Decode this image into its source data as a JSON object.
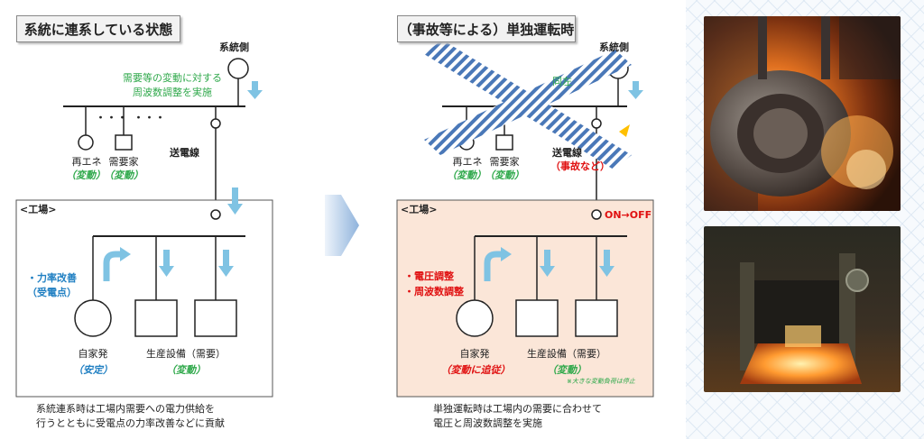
{
  "left": {
    "title": "系統に連系している状態",
    "grid_label": "系統側",
    "grid_note": [
      "需要等の変動に対する",
      "周波数調整を実施"
    ],
    "dots": "・・・",
    "re_label": "再エネ",
    "re_status": "（変動）",
    "consumer_label": "需要家",
    "consumer_status": "（変動）",
    "line_label": "送電線",
    "factory_label": "<工場>",
    "power_factor": [
      "・力率改善",
      "（受電点）"
    ],
    "gen_label": "自家発",
    "gen_status": "（安定）",
    "equip_label": "生産設備（需要）",
    "equip_status": "（変動）",
    "caption": [
      "系統連系時は工場内需要への電力供給を",
      "行うとともに受電点の力率改善などに貢献"
    ]
  },
  "right": {
    "title": "（事故等による）単独運転時",
    "grid_label": "系統側",
    "grid_note": "同左",
    "re_label": "再エネ",
    "re_status": "（変動）",
    "consumer_label": "需要家",
    "consumer_status": "（変動）",
    "line_label": "送電線",
    "line_status": "（事故など）",
    "factory_label": "<工場>",
    "switch_label": "ON→OFF",
    "adjust": [
      "・電圧調整",
      "・周波数調整"
    ],
    "gen_label": "自家発",
    "gen_status": "（変動に追従）",
    "equip_label": "生産設備（需要）",
    "equip_status": "（変動）",
    "equip_note": "※大きな変動負荷は停止",
    "caption": [
      "単独運転時は工場内の需要に合わせて",
      "電圧と周波数調整を実施"
    ]
  },
  "colors": {
    "arrow": "#7fc3e3",
    "factory_right_bg": "#fbe6d8",
    "cross": "#4a78b8"
  }
}
